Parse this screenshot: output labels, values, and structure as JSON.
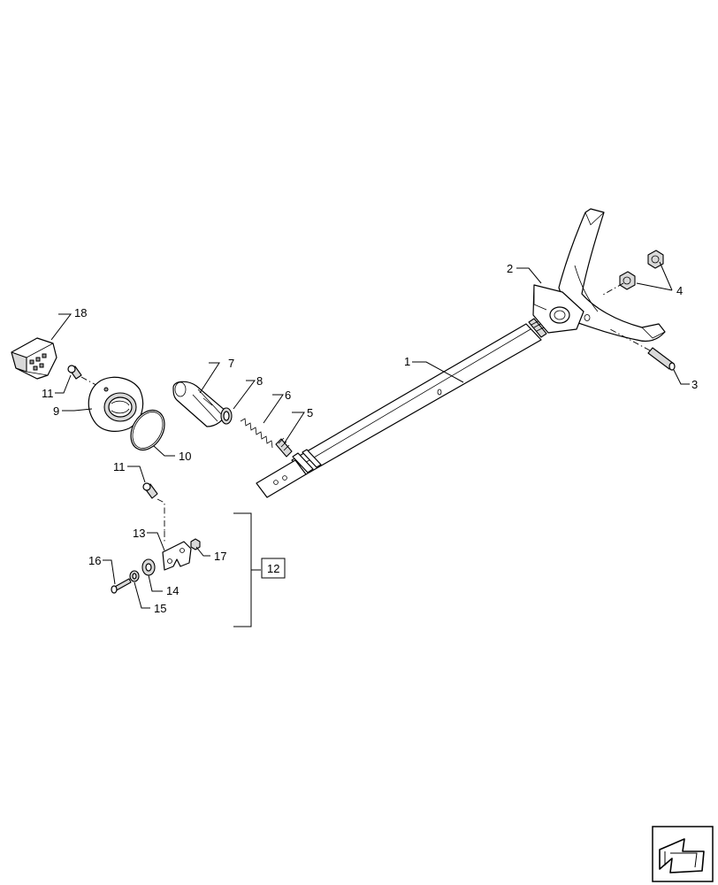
{
  "callouts": {
    "c1": "1",
    "c2": "2",
    "c3": "3",
    "c4": "4",
    "c5": "5",
    "c6": "6",
    "c7": "7",
    "c8": "8",
    "c9": "9",
    "c10": "10",
    "c11a": "11",
    "c11b": "11",
    "c12": "12",
    "c13": "13",
    "c14": "14",
    "c15": "15",
    "c16": "16",
    "c17": "17",
    "c18": "18"
  },
  "icons": {
    "nav": "arrow-back-icon"
  }
}
